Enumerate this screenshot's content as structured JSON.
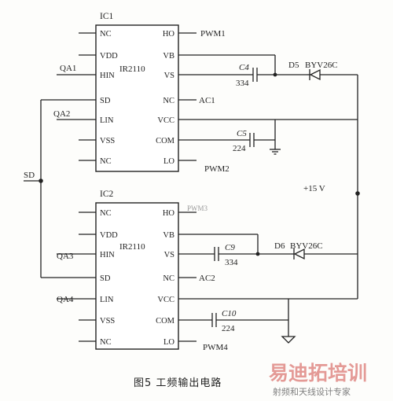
{
  "ic1": {
    "name": "IC1",
    "chip": "IR2110",
    "left_pins": [
      "NC",
      "VDD",
      "HIN",
      "SD",
      "LIN",
      "VSS",
      "NC"
    ],
    "right_pins": [
      "HO",
      "VB",
      "VS",
      "NC",
      "VCC",
      "COM",
      "LO"
    ]
  },
  "ic2": {
    "name": "IC2",
    "chip": "IR2110",
    "left_pins": [
      "NC",
      "VDD",
      "HIN",
      "SD",
      "LIN",
      "VSS",
      "NC"
    ],
    "right_pins": [
      "HO",
      "VB",
      "VS",
      "NC",
      "VCC",
      "COM",
      "LO"
    ]
  },
  "signals": {
    "qa1": "QA1",
    "qa2": "QA2",
    "qa3": "QA3",
    "qa4": "QA4",
    "sd": "SD",
    "pwm1": "PWM1",
    "pwm2": "PWM2",
    "pwm3": "PWM3",
    "pwm4": "PWM4",
    "ac1": "AC1",
    "ac2": "AC2",
    "vplus": "+15 V"
  },
  "components": {
    "c4": {
      "name": "C4",
      "value": "334"
    },
    "c5": {
      "name": "C5",
      "value": "224"
    },
    "c9": {
      "name": "C9",
      "value": "334"
    },
    "c10": {
      "name": "C10",
      "value": "224"
    },
    "d5": {
      "name": "D5",
      "part": "BYV26C"
    },
    "d6": {
      "name": "D6",
      "part": "BYV26C"
    }
  },
  "caption": "图5   工频输出电路",
  "watermark": {
    "brand": "易迪拓培训",
    "slogan": "射频和天线设计专家"
  }
}
